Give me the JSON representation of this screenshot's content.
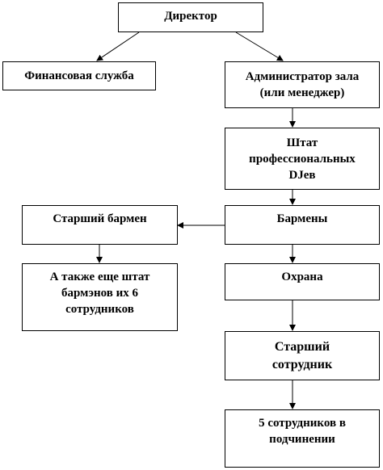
{
  "nodes": {
    "director": "Директор",
    "finance": "Финансовая служба",
    "admin": "Администратор зала\n(или менеджер)",
    "djs": "Штат\nпрофессиональных\nDJев",
    "bartenders": "Бармены",
    "senior_bartender": "Старший бармен",
    "bar_staff": "А также еще штат\nбармэнов их 6\nсотрудников",
    "security": "Охрана",
    "senior_employee": "Старший\nсотрудник",
    "subordinates": "5 сотрудников в\nподчинении"
  }
}
